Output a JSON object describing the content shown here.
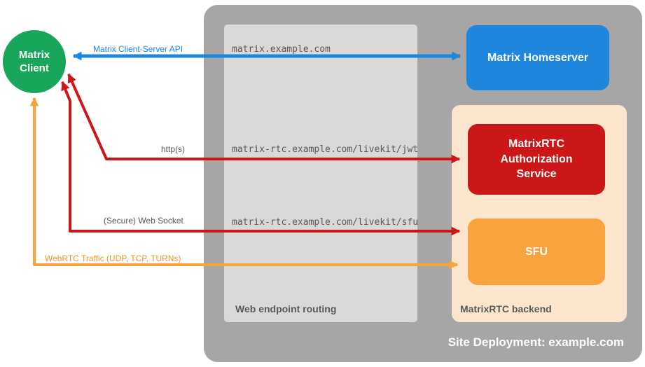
{
  "containers": {
    "site": {
      "label": "Site Deployment: example.com"
    },
    "routing": {
      "label": "Web endpoint routing"
    },
    "backend": {
      "label": "MatrixRTC backend"
    }
  },
  "nodes": {
    "client": {
      "label": "Matrix Client"
    },
    "homeserver": {
      "label": "Matrix Homeserver"
    },
    "auth": {
      "label": "MatrixRTC Authorization Service"
    },
    "sfu": {
      "label": "SFU"
    }
  },
  "edges": {
    "cs_api": {
      "label": "Matrix Client-Server API",
      "endpoint": "matrix.example.com"
    },
    "https": {
      "label": "http(s)",
      "endpoint": "matrix-rtc.example.com/livekit/jwt"
    },
    "websocket": {
      "label": "(Secure) Web Socket",
      "endpoint": "matrix-rtc.example.com/livekit/sfu"
    },
    "webrtc": {
      "label": "WebRTC Traffic (UDP, TCP, TURNs)"
    }
  },
  "colors": {
    "client_green": "#17a65a",
    "homeserver_blue": "#1e87dd",
    "auth_red": "#cb1717",
    "sfu_orange": "#f8a33d",
    "backend_peach": "#fce5cd",
    "site_gray": "#a6a6a6",
    "routing_gray": "#d9d9d9",
    "label_gray": "#595959"
  }
}
